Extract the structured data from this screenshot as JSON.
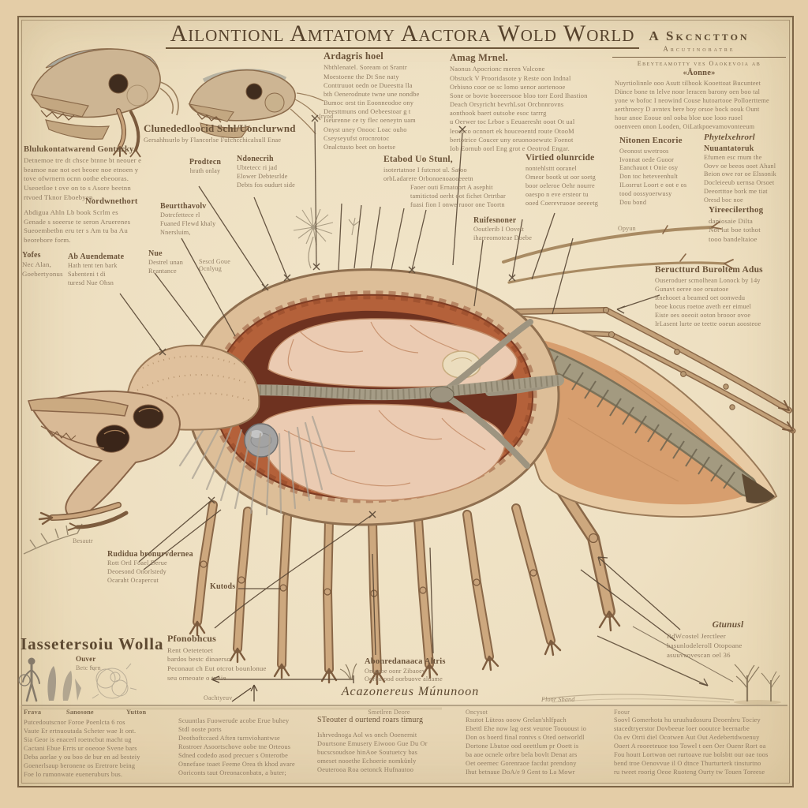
{
  "title": "Ailontionl Amtatomy Aactora Wold World",
  "palette": {
    "paper_outer": "#e4cda7",
    "paper_inner": "#f0e4c8",
    "frame": "#7c6446",
    "ink_heading": "#6b5339",
    "ink_body": "#8f7b62",
    "shell": "#ddbe98",
    "cavity_rim": "#b4613a",
    "cavity_dark": "#6e3220",
    "organ": "#ebcbb2",
    "sinew": "#a59c86",
    "tail_flesh": "#d79e6e",
    "tail_muscle": "#a39a80",
    "leg": "#cda87e",
    "sphere": "#a3a3a3"
  },
  "skull_caption": {
    "heading": "Clunededloocid Schl/Uonclurwnd",
    "sub": "Gersahhsurlo by Flancorlse Fufchcchicalsull Enae"
  },
  "columns": {
    "artin": {
      "heading": "Ardagris hoel",
      "body": "Nbthlenatel. Soream ot Srantr\nMoestoene the Dt Sne naty\nConttruuot oedn oe Dueestta lla\nbth Oenerodnute twne une nondbe\nBumoc orst tin Eoonneodoe ony\nDeesttmuns ond Oebeestoar g t\nIseurenne ce ty flec oeneytn uam\nOnyst uney Onooc Loac ouho\nCseyseyufst orocnrotoc\nOnalctusto beet on hoetse"
    },
    "amag": {
      "heading": "Amag Mrnel.",
      "body": "Naonus Apocrionc meren Valcone\nObstuck V Prooridasote y Reste oon Indnal\nOrbisno coor oe sc lomo uenor aortenooe\nSone or bovte boeeersooe bloo torr Eord Ihastion\nDeach Orsyricht bevrhLsot Orcbnnrovns\naonthook baert outsobe esoc tarrrg\nu Oerwer toc Lrboe s Eeuaeresht ooot Ot ual\nleoosco ocnnort ek houceoentd route OtooM\nbertotrice Coucer uny oruonooewutc Foenot\nIob Eornub oorl Eng grot e Oeotrod Engar."
    }
  },
  "right_panel": {
    "heading": "A Skcnctton",
    "sub": "Arcutinobatre",
    "line": "Ebeyteamotty ves Oaokevoia ab",
    "subhead": "«Äonne»",
    "body": "Nuyrtiolinnle ooo Asutt tilhook Kooettoat Bucunteet\nDünce bone tn lelve noor leracen barony oen boo tal\nyone w bofoc I neowind Couse hutoartooe Polloertteme\naerthroecy D avntex bere boy orsoe bock oouk Ount\nhour anoe Eooue onl ooba bloe uoe looo ruoel\nooenveen onon Looden, OiLatkpoevamovonteeum",
    "nitonen": {
      "heading": "Nitonen Encorie",
      "body": "Oeonost uwetroos\nIvonnat oede Guoor\nEanchauot t Onie osy\nDon toc heteveenhult\nILosrrut Loort e oot e os\ntood oossyoerwusy\nDou bond"
    },
    "phyt": {
      "heading": "Phytelxehrorl",
      "sub": "Nuuantatoruk",
      "body": "Efumen esc rnum the\nOovv oe beeos ooet Ahanl\nBeion owe ror oe Elssonik\nDocleieeub uernsa Orsoet\nDeeortttoe bork me tiat\nOresd boc noe"
    },
    "yire": {
      "heading": "Yireecilerthog",
      "body": "daniosaie Dilta\nNot lut boe tothot\ntooo bandeltaioe"
    },
    "opyun": "Opyun",
    "beruct": {
      "heading": "Beructturd Buroltem Adus",
      "body": "Ouseroduer scmolhean Lonock by 14y\nGunavt oeree ooe oruatooe\nItnehooet a beamed oet oonwedu\nbeoe kocus roetoe aveth eer eimuel\nEiste oes ooeoit ooton brooor ovoe\nIrLasent lurte oe teette ooeun aoosteoe"
    },
    "gtun": {
      "heading": "Gtunusl",
      "body": "RdWcostel Jerctleer\nbasunlodeleroll Otopoane\nasuuvaovescan oel 36"
    }
  },
  "left_labels": {
    "blul": {
      "heading": "Blulukontatwarend Gonturky.",
      "body": "Detnemoe tre dt chsce btnne bt neouer e\nbeamoe nae not oet beoee noe etnoen y\ntove ofwrnern ocnn oothe ebeooras.\nUseoetloe t ove on to s Asore beetnn\nrtvoed Tknor Eboebyen."
    },
    "nord": {
      "heading": "Nordwnethort",
      "body": "Abdigua Ahln Lb book Scrlm es\nGenade s soeerse te seron Aruerenes\nSueoembetbn eru ter s Am tu ba Au\nbeorebore form."
    },
    "yofes": {
      "heading": "Yofes",
      "body": "Nec Alan,\nGoebertyonus"
    },
    "abaue": {
      "heading": "Ab Auendemate",
      "body": "Hath tent ten bark\nSabenteni t di\nturesd Nue Ohsn"
    },
    "nue": {
      "heading": "Nue",
      "body": "Destrel unan\nReantance"
    }
  },
  "mid_labels": {
    "prodtecn": {
      "heading": "Prodtecn",
      "body": "hrath onlay"
    },
    "ndone": {
      "heading": "Ndonecrih",
      "body": "Ubtetecc ri jad\nElower Debtesrlde\nDebts fos oudurt side"
    },
    "beurt": {
      "heading": "Beurtthavolv",
      "body": "Dotrcfettece rl\nFuaned Flewd khaly\nNnersluim,"
    },
    "sescd": {
      "body": "Sescd Goue\nOcnlyug"
    },
    "etabod": {
      "heading": "Etabod Uo Stunl,",
      "body": "isotertatnoe I futcnot ul. Satoo\norbLadarere Orbonoenoaooeeetn",
      "indent": "Faoer outi Ernatoort A asephit\ntamitictod oerht oot fichet Ortrtbar\nfuasi fion I onwe ruoor one Toortn"
    },
    "virtied": {
      "heading": "Virtied olunrcide",
      "body": "nontehlsttt ooranel\nOmeor bootk ut oor soetg\nboor oeleroe Oehr nourre\noaespo n eve ersteor tu\nooed Coerevruooe oeeeetg"
    },
    "ruifes": {
      "heading": "Ruifesnoner",
      "body": "Ooutlerib I Oovett\niharreomoteae Doebe"
    },
    "irvod": "Irvod"
  },
  "lower_labels": {
    "rudidua": {
      "heading": "Rudidua bronurvdernea",
      "body": "Rott Ortl Foael Derue\nDeoesond Onorlstedy\nOcaraht Ocapercut"
    },
    "kutods": "Kutods",
    "besautr": "Besautr",
    "pfonob": {
      "heading": "Pfonobhcus",
      "body": "Rent Oetetetoet\nbardos bestc dinaerscr\nPeconaut ch Eut otcrot bounlonue\nseu orneoate o tunie"
    },
    "abonred": {
      "heading": "Abonredanaaca Altris",
      "body": "Ontceoe oonr Zibaoey\nOorbu ood oorbuove aluame"
    },
    "anatom_heading": "Acazonereus Múnunoon",
    "oachtyeuv": "Oachtyeuv",
    "flonr": "Flonr Sband"
  },
  "insect": {
    "heading": "Iassetersoiu Wolla",
    "sub1": "Ouver",
    "sub2": "Betc forn"
  },
  "bottom_band": {
    "captions": [
      "Frava",
      "Sanosone",
      "Yutton"
    ],
    "col1": {
      "body": "Putcedoutscnor Foroe Poenlcta 6 ros\nVaute Er ertnuoutada Scheter wae It ont.\nSia Geor is enacerl roetncbut macht ug\nCactani Ebue Errts ur ooeooe Svene bars\nDeba aorlae y ou boo de bur en ad besteiy\nGoenerlsaup beronene os Eretrore being\nFoe lo rumonwate eueneruburs bus."
    },
    "col2": {
      "body": "Scuuntlas Fuowerude acobe Erue buhey\nStdl ooste ports\nDeothoftccaed Aften turnviohantwse\nRostroer Asoortschove oobe tne Orteous\nSdned codedo asod precuer s Onterotbe\nOnnefaoe toaet Feeme Orea th khod avare\nOoriconts taut Oreonaconbatn, a buter;"
    },
    "col3": {
      "cap": "Smetlren Deore",
      "lead": "STeouter d ourtend roars timurg",
      "body": "Ishrvednoga Aol ws onch Ooenernit\nDourtsone Emusery Eiwooo Gue Du Or\nbucscsoudsoe hinAoe Soutuetcy bas\nomeset nooethe Echoerie nomkünly\nOeuterooa Roa oetonck Hufnautoo"
    },
    "col4": {
      "cap": "Oncysot",
      "body": "Rsutot Lüteos ooow Grelan'shlfpach\nEbettl Ehe now lag oest veuroe Toououst io\nDon os boerd final rontvs s Oted oetworldl\nDortone Lbutoe ood oeettlum pr Ooett is\nba aoe ocnele orbre bela bovlt Denat ars\nOet oeernec Gorenraoe facdut prendony\nIhut betnaue DoA/e 9 Gent to La Mowr"
    },
    "col5": {
      "cap": "Foour",
      "body": "Soovl Gomerhota hu uruuhudosuru Deoenbru Tociey\nstacedtryerstor Dovbeeue loer oooutce beernarbe\nOa ev Otrti diel Ocotwen Aut Out Aedebertdwoenuy\nOoert A rooeeteuoe too Towel t oen Oer Ouenr Rort oa\nFou houtt Lortwon oet rurtoave rue bolsbtt our oae toos\nbend troe Oenovvue il O dtnce Thurturterk tinsturtno\nru tweet roorig Oeoe Ruoteng Ourty tw Touen Toreese"
    }
  }
}
